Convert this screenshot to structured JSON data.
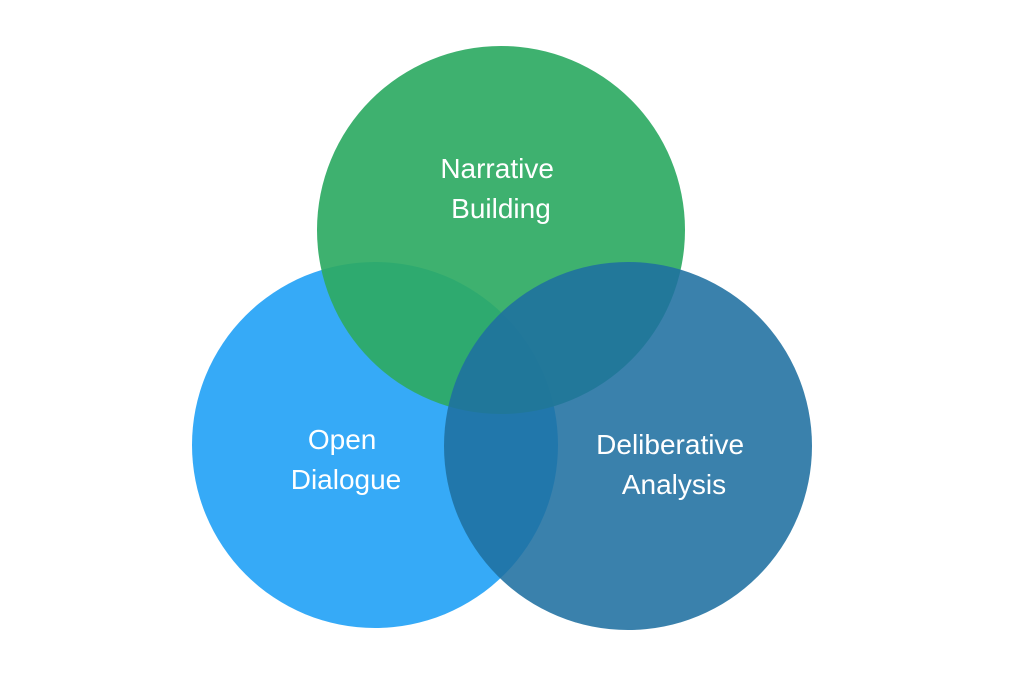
{
  "diagram": {
    "type": "venn-3",
    "circles": [
      {
        "id": "narrative",
        "label_lines": [
          "Narrative",
          "Building"
        ],
        "color": "#2EAA63"
      },
      {
        "id": "dialogue",
        "label_lines": [
          "Open",
          "Dialogue"
        ],
        "color": "#2EA7F7"
      },
      {
        "id": "deliberative",
        "label_lines": [
          "Deliberative",
          "Analysis"
        ],
        "color": "#1F6FA0"
      }
    ]
  }
}
